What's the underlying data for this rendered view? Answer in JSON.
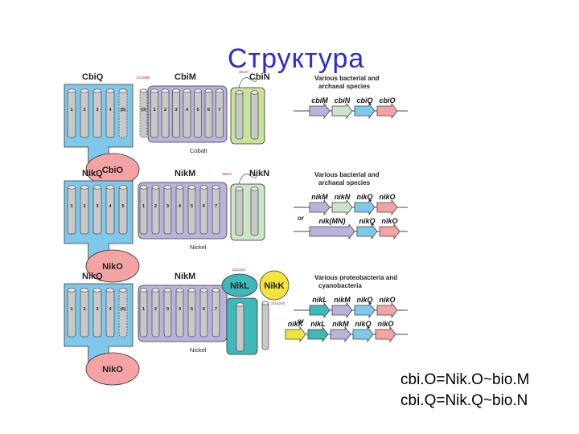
{
  "slide": {
    "title": "Структура",
    "caption_line1": "cbi.O=Nik.O~bio.M",
    "caption_line2": "cbi.Q=Nik.Q~bio.N"
  },
  "colors": {
    "blue": "#7ec8ec",
    "purple": "#b9b3dc",
    "green": "#c8e29a",
    "lightgreen": "#c9e6c6",
    "pink": "#f3a3a3",
    "teal": "#3fb8b8",
    "yellow": "#f2e43a",
    "helix": "#c8c8c8"
  },
  "panels": [
    {
      "row": "cobalt",
      "q_label": "CbiQ",
      "m_label": "CbiM",
      "n_label": "CbiN",
      "o_label": "CbiO",
      "q_helices": [
        "1",
        "2",
        "3",
        "4",
        "(5)"
      ],
      "m_helices": [
        "(0)",
        "1",
        "2",
        "3",
        "4",
        "5",
        "6",
        "7"
      ],
      "metal": "Cobalt",
      "species": "Various bacterial and archaeal species",
      "gene_rows": [
        [
          "cbiM",
          "cbiN",
          "cbiQ",
          "cbiO"
        ]
      ],
      "small_labels": [
        "Eco/MM",
        "38x37"
      ]
    },
    {
      "row": "nickel1",
      "q_label": "NikQ",
      "m_label": "NikM",
      "n_label": "NikN",
      "o_label": "NikO",
      "q_helices": [
        "1",
        "2",
        "3",
        "4",
        "5"
      ],
      "m_helices": [
        "1",
        "2",
        "3",
        "4",
        "5",
        "6",
        "7"
      ],
      "metal": "Nickel",
      "species": "Various bacterial and archaeal species",
      "gene_rows": [
        [
          "nikM",
          "nikN",
          "nikQ",
          "nikO"
        ],
        [
          "nik(MN)",
          "nikQ",
          "nikO"
        ]
      ],
      "or_label": "or",
      "small_labels": [
        "38x37"
      ]
    },
    {
      "row": "nickel2",
      "q_label": "NikQ",
      "m_label": "NikM",
      "l_label": "NikL",
      "k_label": "NikK",
      "o_label": "NikO",
      "q_helices": [
        "1",
        "2",
        "3",
        "4",
        "(5)"
      ],
      "m_helices": [
        "1",
        "2",
        "3",
        "4",
        "5",
        "6",
        "7"
      ],
      "metal": "Nickel",
      "species": "Various proteobacteria and cyanobacteria",
      "gene_rows": [
        [
          "nikL",
          "nikM",
          "nikQ",
          "nikO"
        ],
        [
          "nikK",
          "nikL",
          "nikM",
          "nikQ",
          "nikO"
        ]
      ],
      "or_label": "or",
      "small_labels": [
        "110x104",
        "210x240"
      ]
    }
  ]
}
